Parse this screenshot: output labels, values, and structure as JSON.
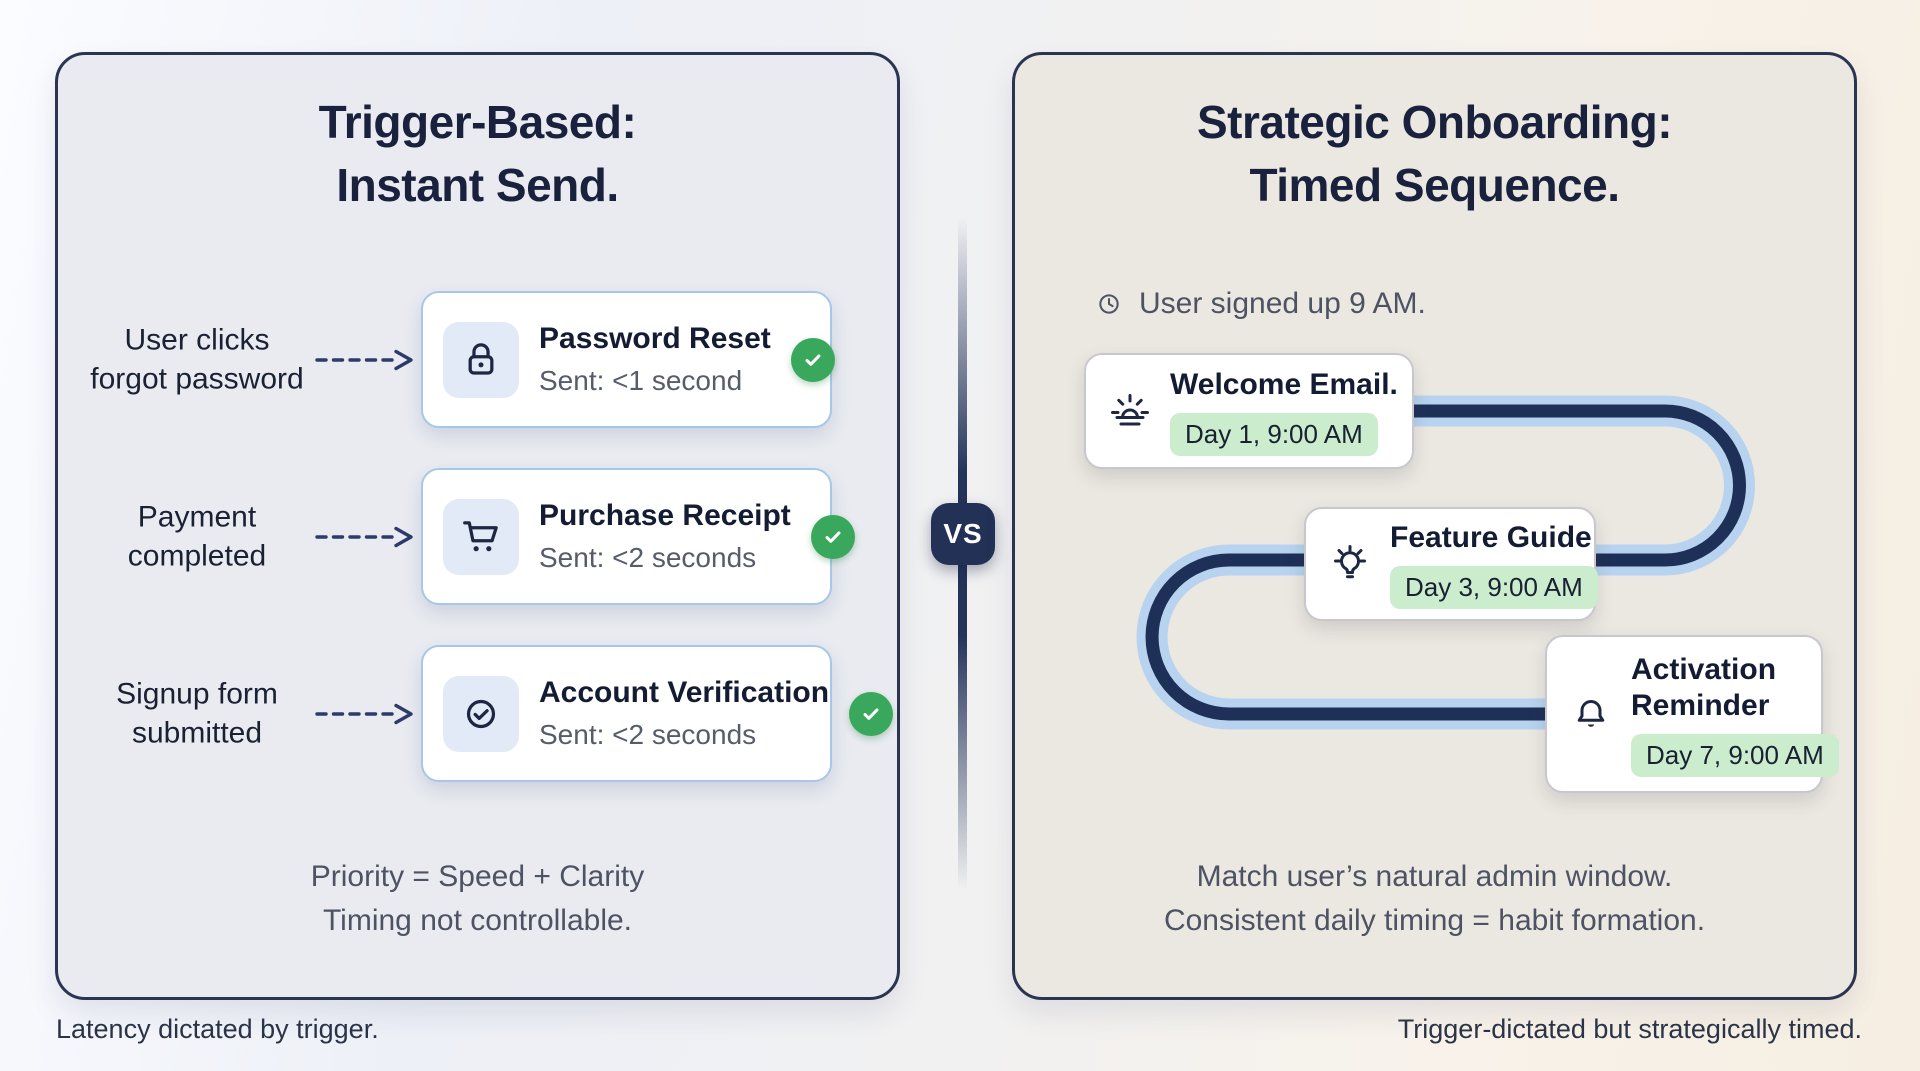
{
  "left_panel": {
    "title_line1": "Trigger-Based:",
    "title_line2": "Instant Send.",
    "rows": [
      {
        "icon": "lock-icon",
        "trigger_line1": "User clicks",
        "trigger_line2": "forgot password",
        "title": "Password Reset",
        "sent": "Sent: <1 second",
        "status_icon": "check-icon"
      },
      {
        "icon": "cart-icon",
        "trigger_line1": "Payment",
        "trigger_line2": "completed",
        "title": "Purchase Receipt",
        "sent": "Sent: <2 seconds",
        "status_icon": "check-icon"
      },
      {
        "icon": "circle-check-icon",
        "trigger_line1": "Signup form",
        "trigger_line2": "submitted",
        "title": "Account Verification",
        "sent": "Sent: <2 seconds",
        "status_icon": "check-icon"
      }
    ],
    "footer_line1": "Priority = Speed + Clarity",
    "footer_line2": "Timing not controllable.",
    "caption": "Latency dictated by trigger."
  },
  "divider": {
    "vs_label": "VS"
  },
  "right_panel": {
    "title_line1": "Strategic Onboarding:",
    "title_line2": "Timed Sequence.",
    "signup_icon": "clock-icon",
    "signup_note": "User signed up 9 AM.",
    "steps": [
      {
        "icon": "sunrise-icon",
        "title": "Welcome Email.",
        "badge": "Day 1, 9:00 AM"
      },
      {
        "icon": "bulb-icon",
        "title": "Feature Guide",
        "badge": "Day 3, 9:00 AM"
      },
      {
        "icon": "bell-icon",
        "title": "Activation Reminder",
        "badge": "Day 7, 9:00 AM"
      }
    ],
    "footer_line1": "Match user’s natural admin window.",
    "footer_line2": "Consistent daily timing = habit formation.",
    "caption": "Trigger-dictated but strategically timed."
  },
  "colors": {
    "navy_text": "#19213d",
    "panel_border": "#2b3552",
    "left_panel_bg": "#e9ebf1",
    "right_panel_bg": "#ebe7e1",
    "card_border_blue": "#a6c7ea",
    "icon_tile_bg": "#e2eaf8",
    "success_green": "#3aa85c",
    "badge_green_bg": "#cbeccd",
    "path_light_blue": "#b7d3ef",
    "path_navy": "#1e3057",
    "vs_badge_bg": "#243156",
    "gray_text": "#4d5363"
  }
}
